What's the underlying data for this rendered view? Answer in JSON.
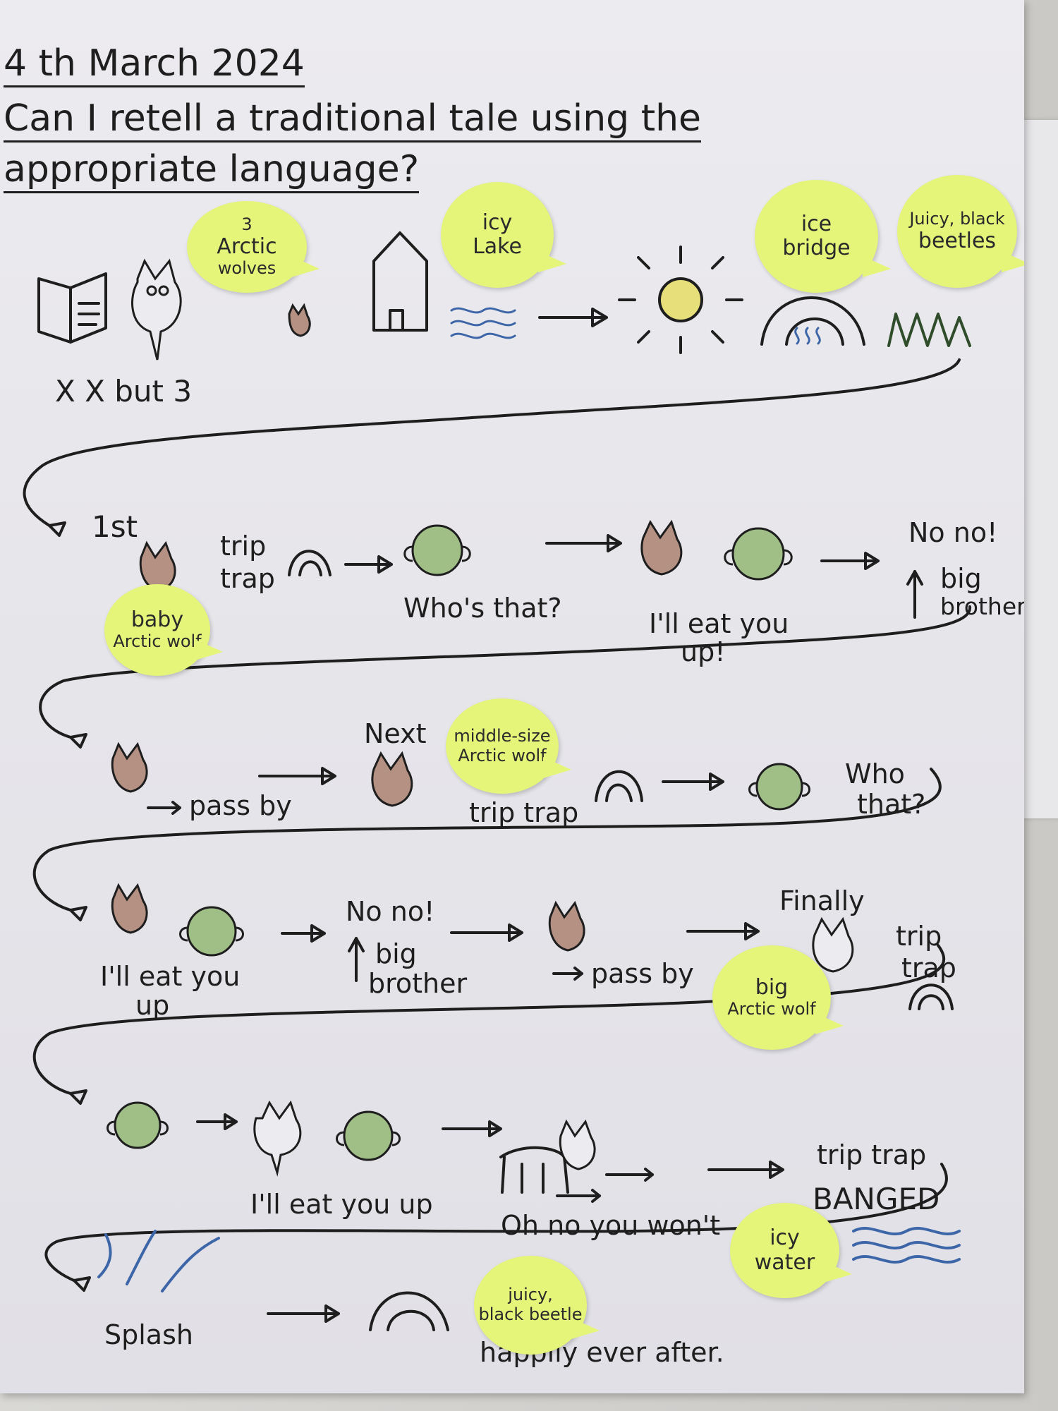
{
  "header": {
    "date": "4 th March 2024",
    "objective_line1": "Can I retell a traditional tale using the",
    "objective_line2": "appropriate language?"
  },
  "row1": {
    "count_text": "X  X  but 3"
  },
  "row2": {
    "first": "1st",
    "trip1": "trip",
    "trap1": "trap",
    "whos_that": "Who's that?",
    "eat_you_1": "I'll eat you",
    "eat_you_2": "up!",
    "no_no": "No no!",
    "big": "big",
    "brother": "brother"
  },
  "row3": {
    "pass_by": "pass by",
    "next": "Next",
    "trip_trap": "trip trap",
    "who": "Who",
    "that": "that?"
  },
  "row4": {
    "eat_1": "I'll eat you",
    "eat_2": "up",
    "no_no": "No no!",
    "big": "big",
    "brother": "brother",
    "pass_by": "pass by",
    "finally": "Finally",
    "trip": "trip",
    "trap": "trap"
  },
  "row5": {
    "eat_you_up": "I'll eat you up",
    "oh_no": "Oh no you won't",
    "trip_trap": "trip trap",
    "banged": "BANGED"
  },
  "row6": {
    "splash": "Splash",
    "happily": "happily ever after."
  },
  "sticky_notes": [
    {
      "id": "arctic-wolves",
      "line0": "3",
      "line1": "Arctic",
      "line2": "wolves"
    },
    {
      "id": "icy-lake",
      "line1": "icy",
      "line2": "Lake"
    },
    {
      "id": "ice-bridge",
      "line1": "ice",
      "line2": "bridge"
    },
    {
      "id": "beetles",
      "line1": "Juicy, black",
      "line2": "beetles"
    },
    {
      "id": "baby-wolf",
      "line1": "baby",
      "line2": "Arctic wolf"
    },
    {
      "id": "middle-wolf",
      "line1": "middle-size",
      "line2": "Arctic wolf"
    },
    {
      "id": "big-wolf",
      "line1": "big",
      "line2": "Arctic wolf"
    },
    {
      "id": "icy-water",
      "line1": "icy",
      "line2": "water"
    },
    {
      "id": "juicy-beetle",
      "line1": "juicy,",
      "line2": "black beetle"
    }
  ],
  "colors": {
    "sticky": "#e4f57a",
    "troll_green": "#9fbf86",
    "wolf_brown": "#b59183",
    "water_blue": "#4f7fb5",
    "sun_yellow": "#e7e07a",
    "grass_green": "#4d7a45"
  }
}
